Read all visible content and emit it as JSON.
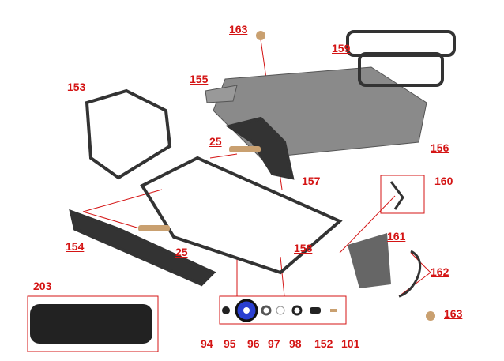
{
  "labels": {
    "l163a": "163",
    "l159": "159",
    "l155": "155",
    "l153": "153",
    "l156": "156",
    "l25a": "25",
    "l157": "157",
    "l160": "160",
    "l25b": "25",
    "l154": "154",
    "l158": "158",
    "l161": "161",
    "l162": "162",
    "l203": "203",
    "l163b": "163",
    "l94": "94",
    "l95": "95",
    "l96": "96",
    "l97": "97",
    "l98": "98",
    "l152": "152",
    "l101": "101"
  },
  "colors": {
    "label": "#d41414",
    "frame": "#222222",
    "plate": "#8a8a8a",
    "wheel": "#2a3fd0"
  }
}
